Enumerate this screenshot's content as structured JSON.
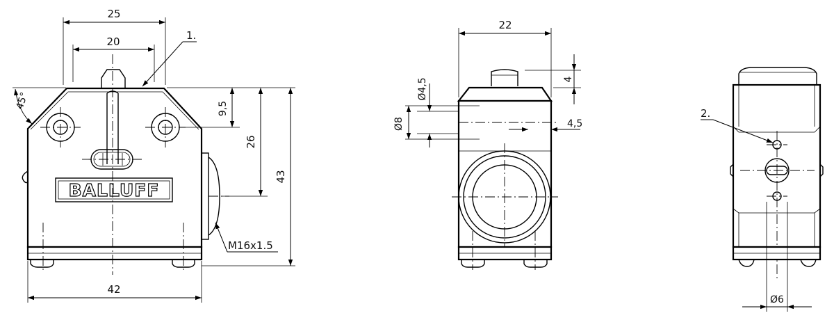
{
  "brand": {
    "logo_text": "BALLUFF"
  },
  "dimensions": {
    "front_width_top_outer": "25",
    "front_width_top_inner": "20",
    "front_total_width": "42",
    "front_total_height": "43",
    "front_hole_offset": "9,5",
    "front_connector_height": "26",
    "chamfer_angle": "45°",
    "thread": "M16x1.5",
    "side_width": "22",
    "side_plunger_height": "4",
    "side_counterbore_dia": "4,5",
    "side_bore_dia": "8",
    "side_depth": "4,5",
    "rear_dia": "6"
  },
  "callouts": {
    "item_1": "1.",
    "item_2": "2."
  }
}
